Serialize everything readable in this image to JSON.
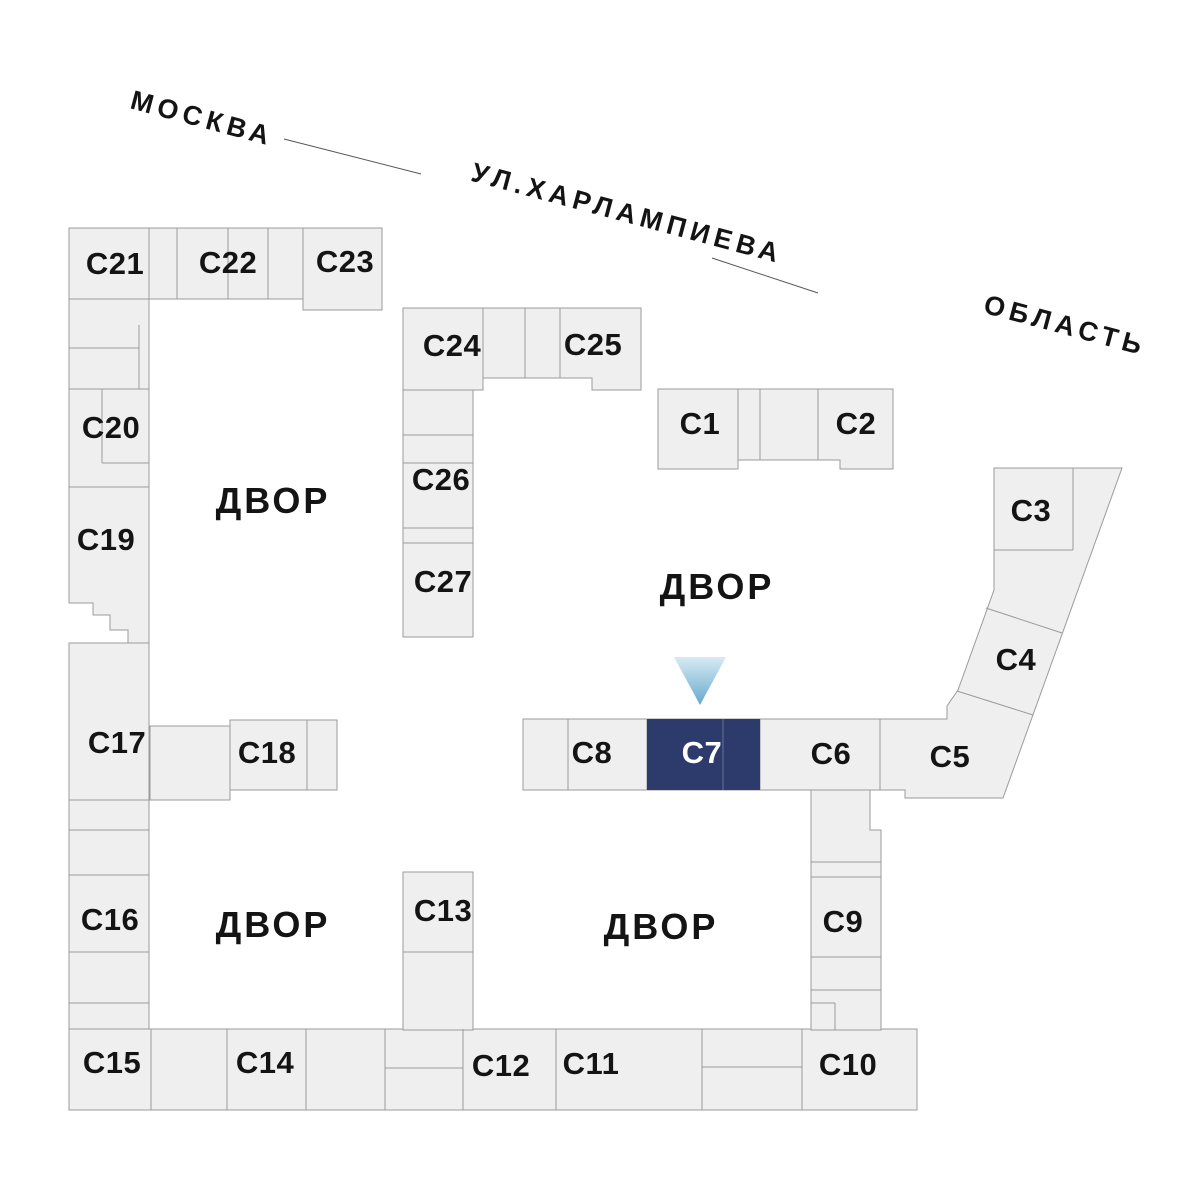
{
  "map": {
    "streets": [
      {
        "label": "МОСКВА"
      },
      {
        "label": "УЛ.ХАРЛАМПИЕВА"
      },
      {
        "label": "ОБЛАСТЬ"
      }
    ],
    "yard_label": "ДВОР",
    "selected_block": "С7",
    "colors": {
      "block_fill": "#efefef",
      "block_stroke": "#9b9b9b",
      "selected_fill": "#2c3b6c",
      "selected_text": "#ffffff",
      "label_color": "#141414",
      "marker_top": "#d7ebf4",
      "marker_bottom": "#66a9cc"
    },
    "blocks": [
      {
        "label": "С1"
      },
      {
        "label": "С2"
      },
      {
        "label": "С3"
      },
      {
        "label": "С4"
      },
      {
        "label": "С5"
      },
      {
        "label": "С6"
      },
      {
        "label": "С7"
      },
      {
        "label": "С8"
      },
      {
        "label": "С9"
      },
      {
        "label": "С10"
      },
      {
        "label": "С11"
      },
      {
        "label": "С12"
      },
      {
        "label": "С13"
      },
      {
        "label": "С14"
      },
      {
        "label": "С15"
      },
      {
        "label": "С16"
      },
      {
        "label": "С17"
      },
      {
        "label": "С18"
      },
      {
        "label": "С19"
      },
      {
        "label": "С20"
      },
      {
        "label": "С21"
      },
      {
        "label": "С22"
      },
      {
        "label": "С23"
      },
      {
        "label": "С24"
      },
      {
        "label": "С25"
      },
      {
        "label": "С26"
      },
      {
        "label": "С27"
      }
    ]
  }
}
